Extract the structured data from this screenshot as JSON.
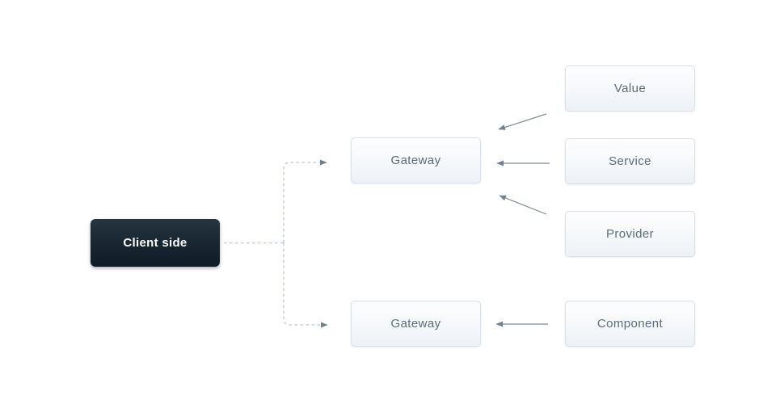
{
  "diagram": {
    "nodes": {
      "client": {
        "label": "Client side"
      },
      "gateway_top": {
        "label": "Gateway"
      },
      "gateway_bottom": {
        "label": "Gateway"
      },
      "value": {
        "label": "Value"
      },
      "service": {
        "label": "Service"
      },
      "provider": {
        "label": "Provider"
      },
      "component": {
        "label": "Component"
      }
    },
    "edges": [
      {
        "from": "client",
        "to": "gateway_top",
        "style": "dashed",
        "arrow": "to"
      },
      {
        "from": "client",
        "to": "gateway_bottom",
        "style": "dashed",
        "arrow": "to"
      },
      {
        "from": "value",
        "to": "gateway_top",
        "style": "solid",
        "arrow": "to"
      },
      {
        "from": "service",
        "to": "gateway_top",
        "style": "solid",
        "arrow": "to"
      },
      {
        "from": "provider",
        "to": "gateway_top",
        "style": "solid",
        "arrow": "to"
      },
      {
        "from": "component",
        "to": "gateway_bottom",
        "style": "solid",
        "arrow": "to"
      }
    ],
    "colors": {
      "background": "#ffffff",
      "client_box_top": "#273541",
      "client_box_bottom": "#0f1b26",
      "client_text": "#ffffff",
      "node_border": "#d8e1ea",
      "node_bg_top": "#fdfdfe",
      "node_bg_bottom": "#edf1f6",
      "node_text": "#5d6c7c",
      "dashed_line": "#c7d0d9",
      "solid_line": "#7e8b97",
      "arrowhead": "#72808d"
    }
  }
}
